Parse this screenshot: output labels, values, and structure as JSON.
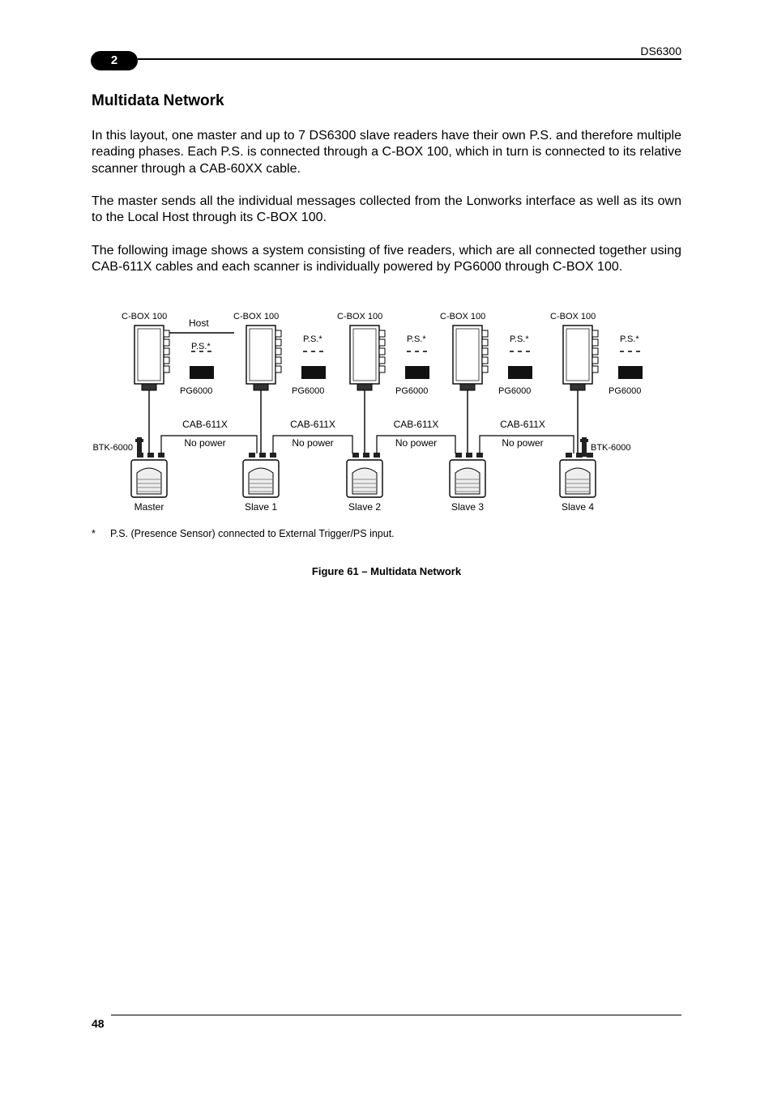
{
  "header": {
    "chapter": "2",
    "product": "DS6300"
  },
  "section_title": "Multidata Network",
  "paragraphs": [
    "In this layout, one master and up to 7 DS6300 slave readers have their own P.S. and therefore multiple reading phases. Each P.S. is connected through a C-BOX 100, which in turn is connected to its relative scanner through a CAB-60XX cable.",
    "The master sends all the individual messages collected from the Lonworks interface as well as its own to the Local Host through its C-BOX 100.",
    "The following image shows a system consisting of five readers, which are all connected together using CAB-611X cables and each scanner is individually powered by PG6000 through C-BOX 100."
  ],
  "diagram": {
    "readers": [
      {
        "cbox_label": "C-BOX 100",
        "ps_label": "P.S.*",
        "pg_label": "PG6000",
        "name": "Master",
        "host_label": "Host",
        "btk_label": "BTK-6000"
      },
      {
        "cbox_label": "C-BOX 100",
        "ps_label": "P.S.*",
        "pg_label": "PG6000",
        "name": "Slave 1"
      },
      {
        "cbox_label": "C-BOX 100",
        "ps_label": "P.S.*",
        "pg_label": "PG6000",
        "name": "Slave 2"
      },
      {
        "cbox_label": "C-BOX 100",
        "ps_label": "P.S.*",
        "pg_label": "PG6000",
        "name": "Slave 3"
      },
      {
        "cbox_label": "C-BOX 100",
        "ps_label": "P.S.*",
        "pg_label": "PG6000",
        "name": "Slave 4",
        "btk_label": "BTK-6000"
      }
    ],
    "links": [
      {
        "cable_label": "CAB-611X",
        "power_label": "No power"
      },
      {
        "cable_label": "CAB-611X",
        "power_label": "No power"
      },
      {
        "cable_label": "CAB-611X",
        "power_label": "No power"
      },
      {
        "cable_label": "CAB-611X",
        "power_label": "No power"
      }
    ]
  },
  "footnote": {
    "marker": "*",
    "text": "P.S. (Presence Sensor) connected to External Trigger/PS input."
  },
  "caption": "Figure 61 – Multidata Network",
  "page_number": "48"
}
